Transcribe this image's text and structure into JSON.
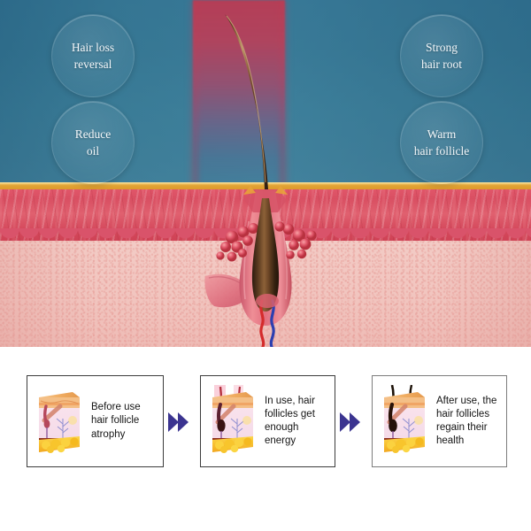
{
  "hero": {
    "benefit_bubbles": [
      {
        "id": "hair-loss-reversal",
        "line1": "Hair loss",
        "line2": "reversal"
      },
      {
        "id": "reduce-oil",
        "line1": "Reduce",
        "line2": "oil"
      },
      {
        "id": "strong-hair-root",
        "line1": "Strong",
        "line2": "hair root"
      },
      {
        "id": "warm-hair-follicle",
        "line1": "Warm",
        "line2": "hair follicle"
      }
    ],
    "illustration": {
      "name": "hair-follicle-cross-section",
      "parts": [
        "hair-shaft",
        "epidermis",
        "dermis",
        "sebaceous-glands",
        "arrector-pili-muscle",
        "hair-bulb",
        "blood-vessels"
      ],
      "light_beam_label": "red-light-beam"
    },
    "colors": {
      "sky_blue": "#3a7c97",
      "beam_red": "#be3a52",
      "epidermis_red": "#d94f62",
      "dermis_pink": "#f2c8c2",
      "gold_line": "#e2a233",
      "bubble_text": "#f3f7fa"
    }
  },
  "steps": {
    "arrow_color": "#3b3490",
    "items": [
      {
        "id": "before-use",
        "text": "Before use hair follicle atrophy",
        "thumb": "skin-block-atrophied-follicle"
      },
      {
        "id": "in-use",
        "text": "In use, hair follicles get enough energy",
        "thumb": "skin-block-light-therapy"
      },
      {
        "id": "after-use",
        "text": "After use, the hair follicles regain their health",
        "thumb": "skin-block-healthy-follicles"
      }
    ],
    "arrows": [
      {
        "id": "step-arrow-1",
        "glyph": "double-chevron-right"
      },
      {
        "id": "step-arrow-2",
        "glyph": "double-chevron-right"
      }
    ]
  }
}
